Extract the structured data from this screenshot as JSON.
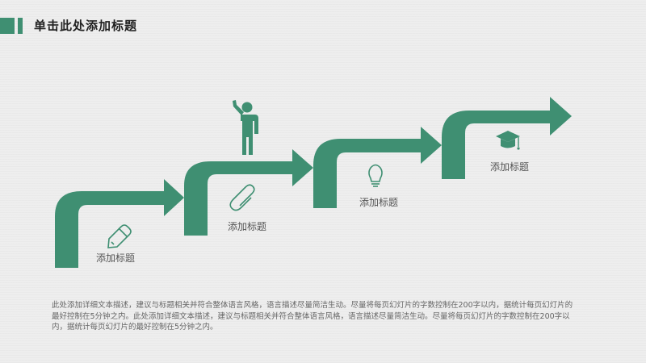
{
  "page": {
    "title": "单击此处添加标题",
    "accent_color": "#3f8f72"
  },
  "steps": [
    {
      "label": "添加标题",
      "icon": "pencil-icon"
    },
    {
      "label": "添加标题",
      "icon": "paperclip-icon"
    },
    {
      "label": "添加标题",
      "icon": "lightbulb-icon"
    },
    {
      "label": "添加标题",
      "icon": "graduation-cap-icon"
    }
  ],
  "figure": {
    "icon": "person-pointing-icon"
  },
  "description": "此处添加详细文本描述，建议与标题相关并符合整体语言风格，语言描述尽量简洁生动。尽量将每页幻灯片的字数控制在200字以内，据统计每页幻灯片的最好控制在5分钟之内。此处添加详细文本描述，建议与标题相关并符合整体语言风格，语言描述尽量简洁生动。尽量将每页幻灯片的字数控制在200字以内，据统计每页幻灯片的最好控制在5分钟之内。"
}
